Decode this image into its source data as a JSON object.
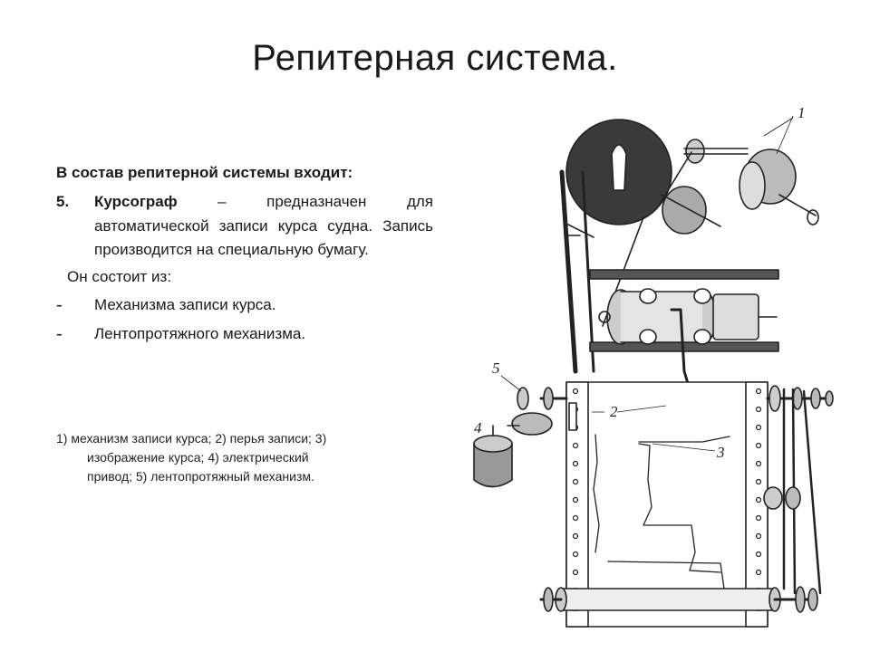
{
  "slide": {
    "title": "Репитерная система."
  },
  "content": {
    "intro": "В состав репитерной системы входит:",
    "item": {
      "number": "5.",
      "term": "Курсограф",
      "text": " – предназначен для автоматической записи курса судна. Запись производится на специальную бумагу."
    },
    "consists_of": "Он состоит из:",
    "list": [
      {
        "bullet": "-",
        "text": "Механизма записи курса."
      },
      {
        "bullet": "-",
        "text": "Лентопротяжного механизма."
      }
    ],
    "legend": {
      "line1": "1) механизм записи курса; 2) перья записи; 3)",
      "line2": "изображение курса; 4) электрический",
      "line3": "привод; 5) лентопротяжный механизм."
    }
  },
  "figure": {
    "callouts": [
      "1",
      "2",
      "3",
      "4",
      "5"
    ]
  }
}
